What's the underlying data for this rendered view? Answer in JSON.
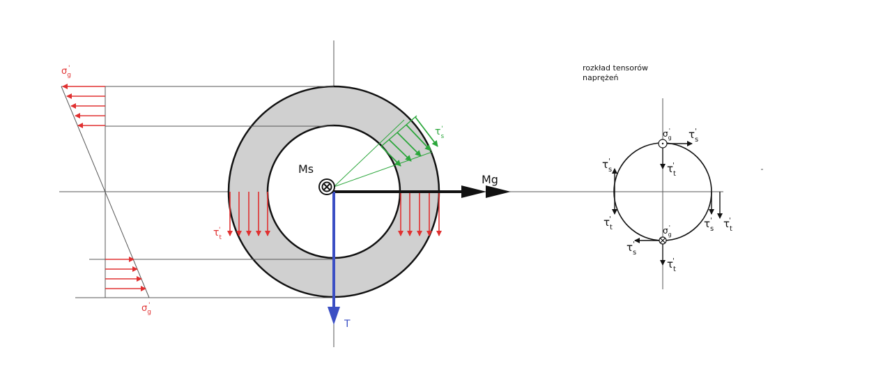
{
  "colors": {
    "red": "#e03030",
    "green": "#2aa63a",
    "blue": "#3b4fc4",
    "black": "#111111",
    "ring_fill": "#d0d0d0",
    "guide": "#555555"
  },
  "labels": {
    "sigma_g_top": "σ",
    "sigma_g_top_sup": "'",
    "sigma_g_top_sub": "g",
    "sigma_g_bottom": "σ",
    "sigma_g_bottom_sup": "'",
    "sigma_g_bottom_sub": "g",
    "tau_t_left": "τ",
    "tau_t_left_sup": "'",
    "tau_t_left_sub": "t",
    "tau_s_green": "τ",
    "tau_s_green_sup": "'",
    "tau_s_green_sub": "s",
    "ms": "Ms",
    "mg": "Mg",
    "t": "T"
  },
  "tensor_panel": {
    "title_line1": "rozkład tensorów",
    "title_line2": "naprężeń",
    "sigma_top": "σ",
    "sigma_top_sub": "g",
    "sigma_top_sup": "'",
    "tau_s_top": "τ",
    "tau_s_top_sub": "s",
    "tau_s_top_sup": "'",
    "tau_t_top": "τ",
    "tau_t_top_sub": "t",
    "tau_t_top_sup": "'",
    "tau_s_left": "τ",
    "tau_s_left_sub": "s",
    "tau_s_left_sup": "'",
    "tau_t_left": "τ",
    "tau_t_left_sub": "t",
    "tau_t_left_sup": "'",
    "tau_s_right": "τ",
    "tau_s_right_sub": "s",
    "tau_s_right_sup": "'",
    "tau_t_right": "τ",
    "tau_t_right_sub": "t",
    "tau_t_right_sup": "'",
    "sigma_bottom": "σ",
    "sigma_bottom_sub": "g",
    "sigma_bottom_sup": "'",
    "tau_s_bottom": "τ",
    "tau_s_bottom_sub": "s",
    "tau_s_bottom_sup": "'",
    "tau_t_bottom": "τ",
    "tau_t_bottom_sub": "t",
    "tau_t_bottom_sup": "'"
  }
}
